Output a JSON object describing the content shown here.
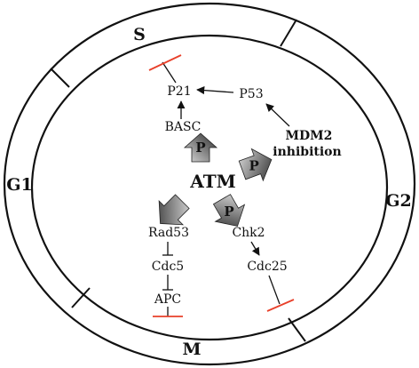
{
  "phases": {
    "s": "S",
    "g1": "G1",
    "g2": "G2",
    "m": "M"
  },
  "center": {
    "atm": "ATM",
    "phospho": "P"
  },
  "nodes": {
    "p21": "P21",
    "p53": "P53",
    "basc": "BASC",
    "mdm2_line1": "MDM2",
    "mdm2_line2": "inhibition",
    "rad53": "Rad53",
    "cdc5": "Cdc5",
    "apc": "APC",
    "chk2": "Chk2",
    "cdc25": "Cdc25"
  },
  "colors": {
    "inhibition_bar": "#e8402a",
    "arrow_dark": "#2e2e2e",
    "arrow_light": "#d6d6d6",
    "outline": "#111111"
  }
}
